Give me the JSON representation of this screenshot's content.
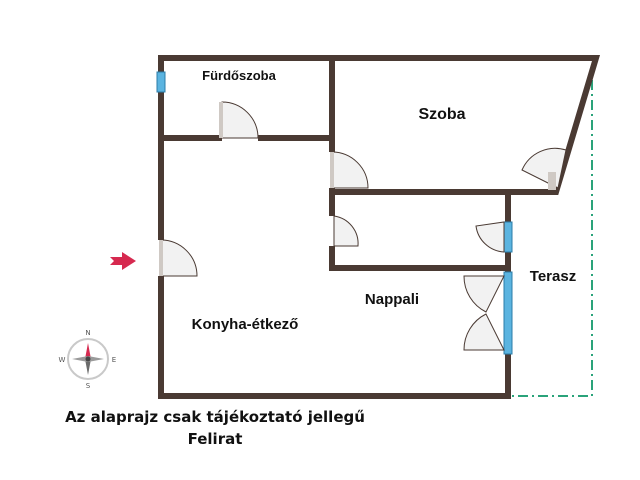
{
  "rooms": {
    "bathroom": "Fürdőszoba",
    "bedroom": "Szoba",
    "terrace": "Terasz",
    "living": "Nappali",
    "kitchen": "Konyha-étkező"
  },
  "compass": {
    "north": "N",
    "south": "S",
    "east": "E",
    "west": "W"
  },
  "captions": {
    "disclaimer": "Az alaprajz csak tájékoztató jellegű",
    "label": "Felirat"
  },
  "colors": {
    "wall": "#4a3a33",
    "window": "#5bb4e0",
    "terrace_line": "#2aa37a",
    "entrance_arrow": "#d6294f",
    "door_fill": "#f2f2f2"
  }
}
